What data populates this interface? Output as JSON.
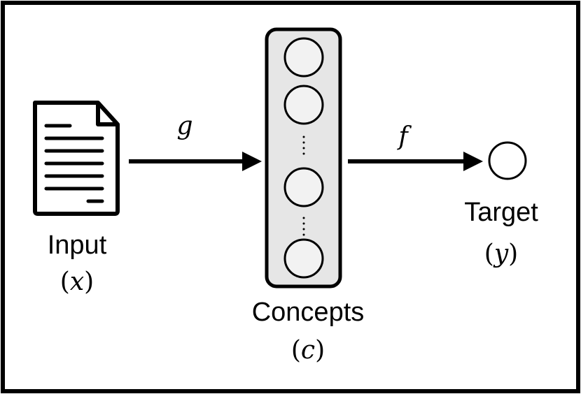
{
  "diagram": {
    "input": {
      "label": "Input",
      "var": "x"
    },
    "concepts": {
      "label": "Concepts",
      "var": "c"
    },
    "target": {
      "label": "Target",
      "var": "y"
    },
    "arrow_g": {
      "label": "g"
    },
    "arrow_f": {
      "label": "f"
    },
    "icons": {
      "input": "document-icon",
      "target": "circle-node-icon",
      "concept_node": "circle-node-icon"
    },
    "colors": {
      "stroke": "#000000",
      "concept_fill": "#e6e6e6",
      "node_fill": "#f2f2f2"
    }
  }
}
